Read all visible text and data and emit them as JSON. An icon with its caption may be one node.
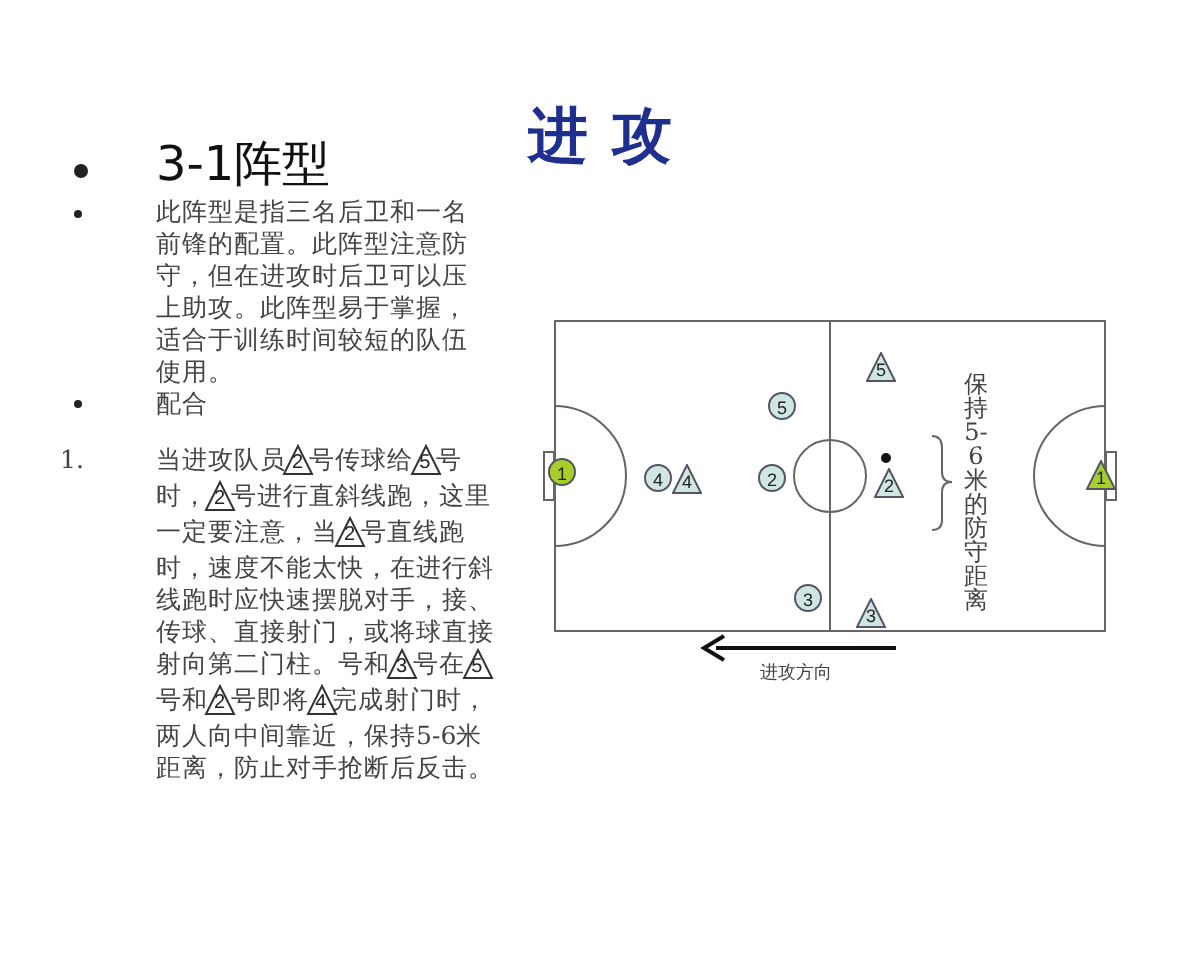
{
  "diagram": {
    "title": "进攻",
    "nodes": [
      {
        "text": [],
        "shape": "box"
      },
      {
        "text": [
          "1"
        ],
        "in": 0
      },
      {
        "text": [
          "4"
        ],
        "in": 0
      },
      {
        "text": [
          "4"
        ],
        "in": 0
      },
      {
        "text": [
          "5"
        ],
        "in": 0
      },
      {
        "text": [
          "2"
        ],
        "in": 0
      },
      {
        "text": [
          "3"
        ],
        "in": 0
      },
      {
        "text": [
          "5"
        ],
        "in": 0
      },
      {
        "text": [
          "2"
        ],
        "in": 0
      },
      {
        "text": [
          "3"
        ],
        "in": 0
      },
      {
        "text": [
          "1"
        ],
        "in": 0
      }
    ],
    "labels": [
      "3-1阵型",
      "此阵型是指三名后卫和一名前锋的配置。此阵型注意防守，但在进攻时后卫可以压上助攻。此阵型易于掌握，适合于训练时间较短的队伍使用。",
      "配合",
      "1.",
      "当进攻队员2号传球给5号时，2号进行直斜线跑，这里一定要注意，当2号直线跑时，速度不能太快，在进行斜线跑时应快速摆脱对手，接、传球、直接射门，或将球直接射向第二门柱。号和3号在5号和2号即将4完成射门时，两人向中间靠近，保持5-6米距离，防止对手抢断后反击。",
      "保持5-6米的防守距离",
      "进攻方向"
    ]
  }
}
